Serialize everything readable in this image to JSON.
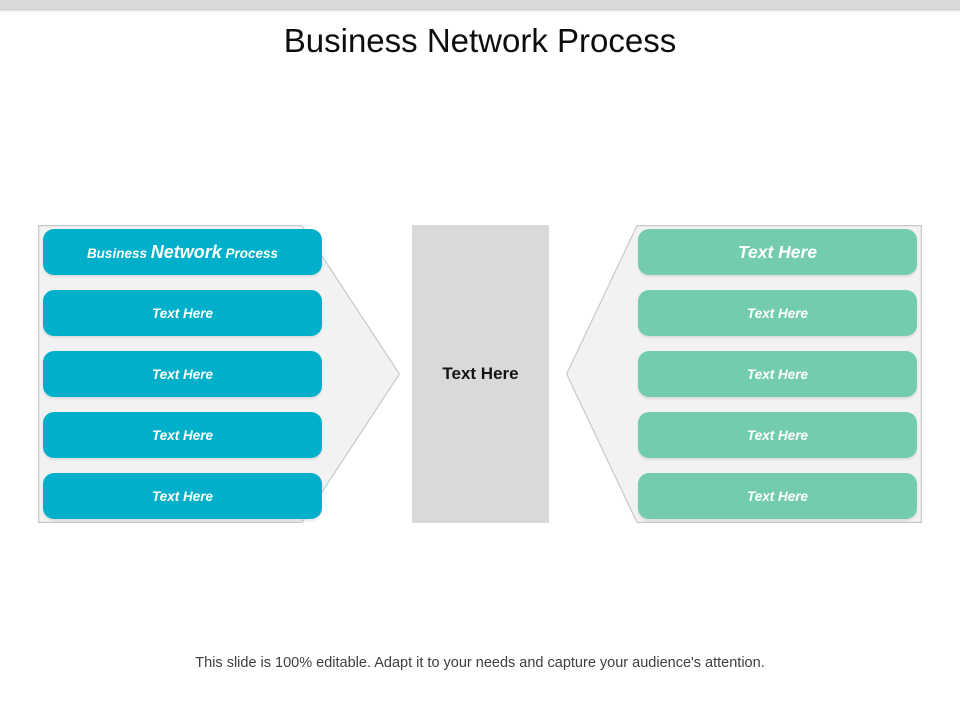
{
  "slide": {
    "title": "Business Network Process",
    "footer_note": "This slide is 100% editable. Adapt it to your needs and capture your audience's attention."
  },
  "colors": {
    "left_pill": "#00b0cb",
    "right_pill": "#74ccb0",
    "panel_fill": "#f2f2f2",
    "center_fill": "#d9d9d9",
    "panel_border": "#c9c9c9",
    "top_bar": "#d9d9d9",
    "title_text": "#0d0d0d",
    "pill_text": "#ffffff",
    "center_text": "#141414",
    "footer_text": "#3e3e3e"
  },
  "left_panel": {
    "shape": "arrow-right",
    "items": [
      {
        "heading_parts": {
          "first": "Business",
          "middle": "Network",
          "last": "Process"
        },
        "label": "Business Network Process",
        "emphasis": "large"
      },
      {
        "label": "Text Here",
        "emphasis": "small"
      },
      {
        "label": "Text Here",
        "emphasis": "small"
      },
      {
        "label": "Text Here",
        "emphasis": "small"
      },
      {
        "label": "Text Here",
        "emphasis": "small"
      }
    ]
  },
  "center_panel": {
    "shape": "rectangle",
    "label": "Text Here"
  },
  "right_panel": {
    "shape": "chevron-left-notch",
    "items": [
      {
        "label": "Text Here",
        "emphasis": "large"
      },
      {
        "label": "Text Here",
        "emphasis": "small"
      },
      {
        "label": "Text Here",
        "emphasis": "small"
      },
      {
        "label": "Text Here",
        "emphasis": "small"
      },
      {
        "label": "Text Here",
        "emphasis": "small"
      }
    ]
  }
}
